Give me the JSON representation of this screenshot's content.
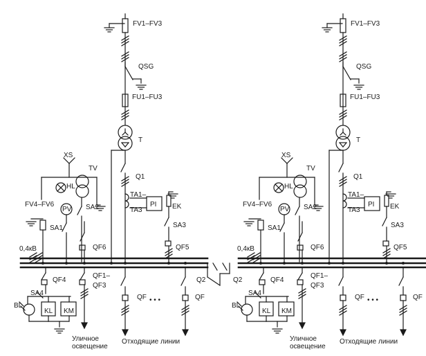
{
  "labels": {
    "fv1": "FV1–FV3",
    "qsg": "QSG",
    "fu1": "FU1–FU3",
    "t": "T",
    "q1": "Q1",
    "xs": "XS",
    "tv": "TV",
    "hl": "HL",
    "fv4": "FV4–FV6",
    "pv": "PV",
    "sa2": "SA2",
    "sa1": "SA1",
    "ta1": "TA1–",
    "ta3": "TA3",
    "pi": "PI",
    "ek": "EK",
    "sa3": "SA3",
    "kv04": "0,4кВ",
    "qf6": "QF6",
    "qf5": "QF5",
    "qf4": "QF4",
    "qf1": "QF1–",
    "qf3": "QF3",
    "sa4": "SA4",
    "bl": "BL",
    "kl": "KL",
    "km": "KM",
    "qf": "QF",
    "dots": "• • •",
    "street1": "Уличное",
    "street2": "освещение",
    "outgoing": "Отходящие линии",
    "q2": "Q2"
  }
}
